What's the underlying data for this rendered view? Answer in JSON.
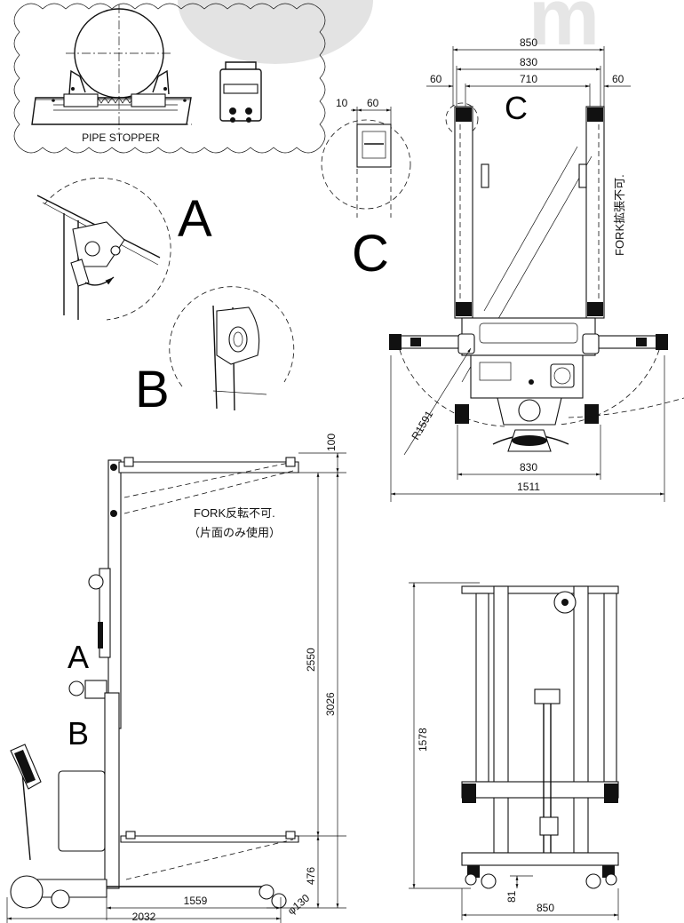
{
  "watermark": {
    "letter": "m",
    "color": "#e6e6e6"
  },
  "pipe_stopper": {
    "label": "PIPE STOPPER"
  },
  "details": {
    "a": "A",
    "b": "B",
    "c": "C"
  },
  "top_view": {
    "dim_850": "850",
    "dim_830": "830",
    "dim_710": "710",
    "dim_60_left": "60",
    "dim_60_right": "60",
    "dim_830_bottom": "830",
    "dim_1511": "1511",
    "radius": "R1591",
    "fork_note": "FORK拡張不可."
  },
  "detail_c": {
    "dim_10": "10",
    "dim_60": "60"
  },
  "side_view": {
    "dim_100": "100",
    "dim_2550": "2550",
    "dim_3026": "3026",
    "dim_476": "476",
    "dim_1559": "1559",
    "dim_2032": "2032",
    "wheel_dia": "φ130",
    "note_line1": "FORK反転不可.",
    "note_line2": "（片面のみ使用）"
  },
  "front_view": {
    "dim_1578": "1578",
    "dim_81": "81",
    "dim_850": "850"
  }
}
